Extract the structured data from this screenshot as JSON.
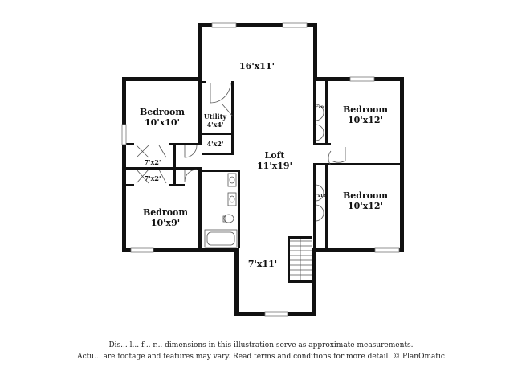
{
  "rooms": {
    "top": {
      "dims": "16'x11'"
    },
    "bedroom_1": {
      "name": "Bedroom",
      "dims": "10'x10'"
    },
    "utility": {
      "name": "Utility",
      "dims": "4'x4'"
    },
    "closet_4x2": {
      "dims": "4'x2'"
    },
    "closet_a": {
      "dims": "7'x2'"
    },
    "closet_b": {
      "dims": "7'x2'"
    },
    "bedroom_2": {
      "name": "Bedroom",
      "dims": "10'x9'"
    },
    "loft": {
      "name": "Loft",
      "dims": "11'x19'"
    },
    "bottom": {
      "dims": "7'x11'"
    },
    "bedroom_3": {
      "name": "Bedroom",
      "dims": "10'x12'"
    },
    "closet_c": {
      "dims": "2'x9'"
    },
    "bedroom_4": {
      "name": "Bedroom",
      "dims": "10'x12'"
    },
    "closet_d": {
      "dims": "2'x12'"
    }
  },
  "disclaimer": {
    "line1": "Dis... l... f... r... dimensions in this illustration serve as approximate measurements.",
    "line2": "Actu... are footage and features may vary. Read terms and conditions for more detail. © PlanOmatic"
  }
}
